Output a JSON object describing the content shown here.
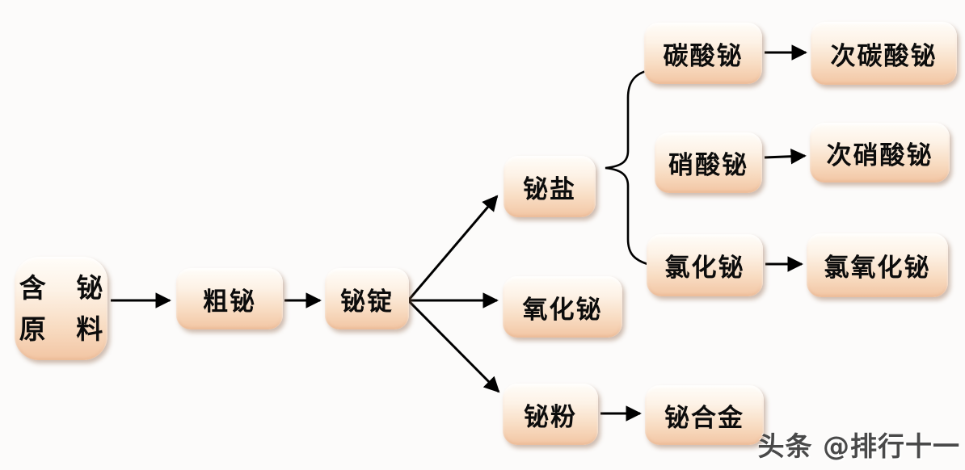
{
  "diagram": {
    "title_implicit": "铋产品加工流程图",
    "background_color": "#fcfbfa",
    "node_gradient_top": "#fffdf9",
    "node_gradient_bottom": "#f2c5a3",
    "arrow_color": "#000000",
    "nodes": {
      "raw": {
        "line1": "含 铋",
        "line2": "原 料"
      },
      "crude": {
        "label": "粗铋"
      },
      "ingot": {
        "label": "铋锭"
      },
      "salt": {
        "label": "铋盐"
      },
      "oxide": {
        "label": "氧化铋"
      },
      "powder": {
        "label": "铋粉"
      },
      "alloy": {
        "label": "铋合金"
      },
      "carbonate": {
        "label": "碳酸铋"
      },
      "subcarbonate": {
        "label": "次碳酸铋"
      },
      "nitrate": {
        "label": "硝酸铋"
      },
      "subnitrate": {
        "label": "次硝酸铋"
      },
      "chloride": {
        "label": "氯化铋"
      },
      "oxychloride": {
        "label": "氯氧化铋"
      }
    },
    "edges": [
      {
        "from": "含铋原料",
        "to": "粗铋",
        "connector": "arrow"
      },
      {
        "from": "粗铋",
        "to": "铋锭",
        "connector": "arrow"
      },
      {
        "from": "铋锭",
        "to": "铋盐",
        "connector": "arrow"
      },
      {
        "from": "铋锭",
        "to": "氧化铋",
        "connector": "arrow"
      },
      {
        "from": "铋锭",
        "to": "铋粉",
        "connector": "arrow"
      },
      {
        "from": "铋盐",
        "to": "碳酸铋",
        "connector": "brace"
      },
      {
        "from": "铋盐",
        "to": "硝酸铋",
        "connector": "brace"
      },
      {
        "from": "铋盐",
        "to": "氯化铋",
        "connector": "brace"
      },
      {
        "from": "碳酸铋",
        "to": "次碳酸铋",
        "connector": "arrow"
      },
      {
        "from": "硝酸铋",
        "to": "次硝酸铋",
        "connector": "arrow"
      },
      {
        "from": "氯化铋",
        "to": "氯氧化铋",
        "connector": "arrow"
      },
      {
        "from": "铋粉",
        "to": "铋合金",
        "connector": "arrow"
      }
    ],
    "watermark": "头条 @排行十一"
  }
}
